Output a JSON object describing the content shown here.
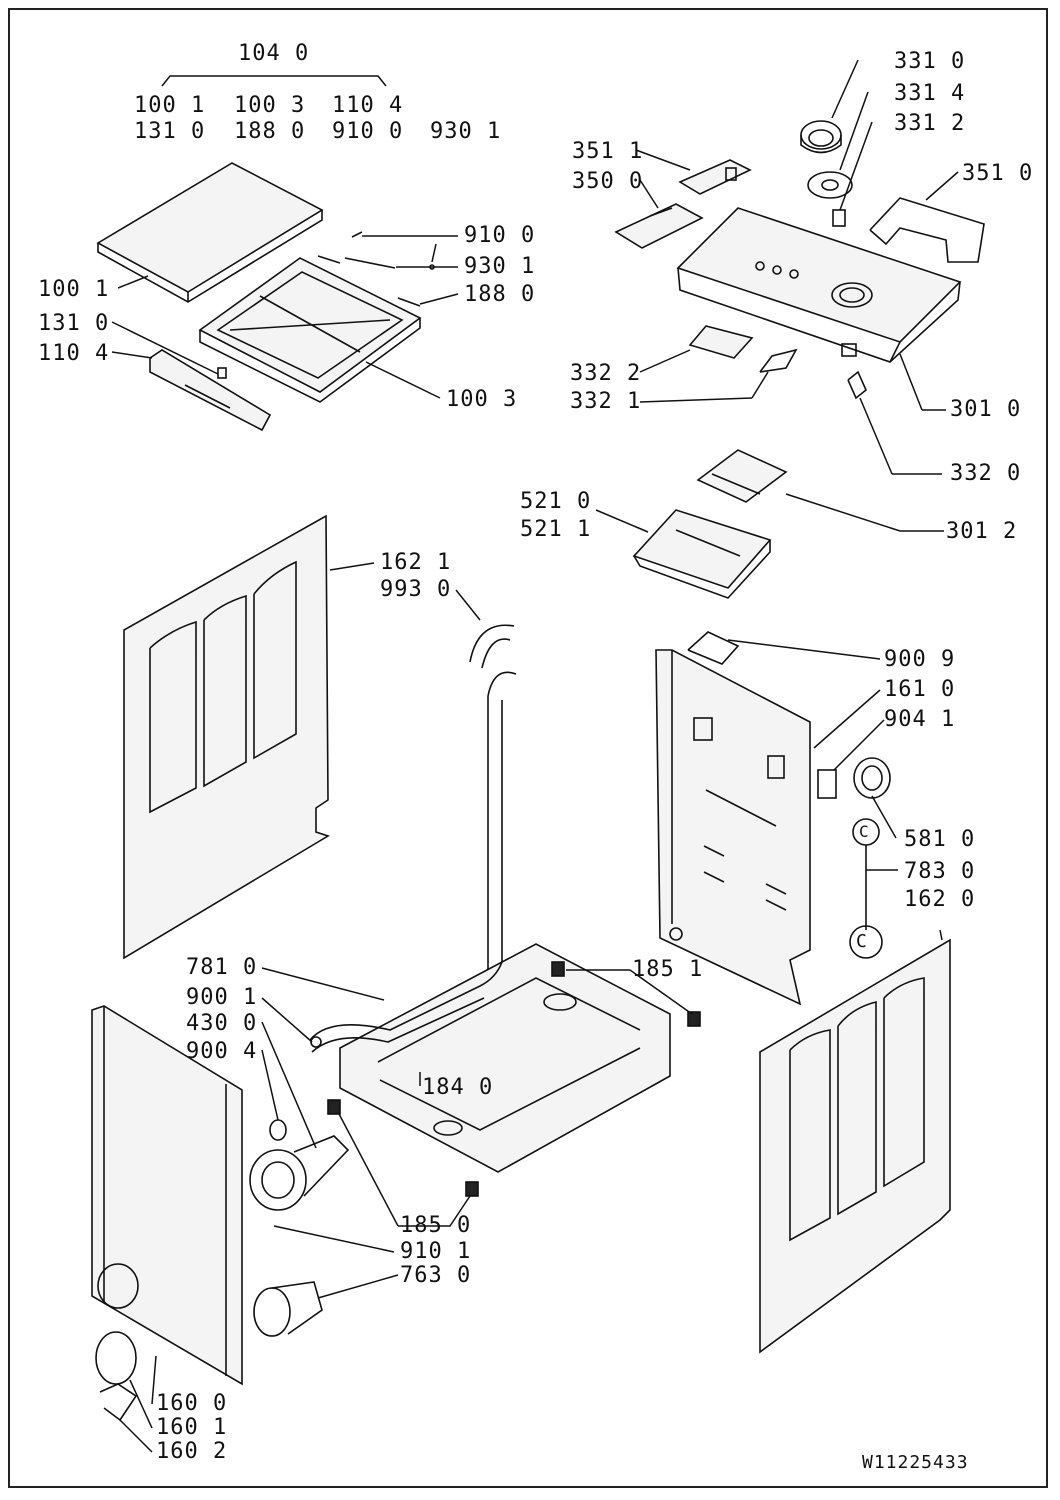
{
  "diagram": {
    "group_header": {
      "title": "104 0",
      "row1": [
        "100 1",
        "100 3",
        "110 4"
      ],
      "row2": [
        "131 0",
        "188 0",
        "910 0",
        "930 1"
      ]
    },
    "labels": {
      "l_910_0": "910 0",
      "l_930_1": "930 1",
      "l_188_0": "188 0",
      "l_100_1": "100 1",
      "l_131_0": "131 0",
      "l_110_4": "110 4",
      "l_100_3": "100 3",
      "l_331_0": "331 0",
      "l_331_4": "331 4",
      "l_331_2": "331 2",
      "l_351_1": "351 1",
      "l_350_0": "350 0",
      "l_351_0": "351 0",
      "l_332_2": "332 2",
      "l_332_1": "332 1",
      "l_301_0": "301 0",
      "l_332_0": "332 0",
      "l_521_0": "521 0",
      "l_521_1": "521 1",
      "l_301_2": "301 2",
      "l_162_1": "162 1",
      "l_993_0": "993 0",
      "l_900_9": "900 9",
      "l_161_0": "161 0",
      "l_904_1": "904 1",
      "l_581_0": "581 0",
      "l_783_0": "783 0",
      "l_162_0": "162 0",
      "l_781_0": "781 0",
      "l_185_1": "185 1",
      "l_900_1": "900 1",
      "l_430_0": "430 0",
      "l_900_4": "900 4",
      "l_184_0": "184 0",
      "l_185_0": "185 0",
      "l_910_1": "910 1",
      "l_763_0": "763 0",
      "l_160_0": "160 0",
      "l_160_1": "160 1",
      "l_160_2": "160 2"
    },
    "clip_marker": "C",
    "document_number": "W11225433"
  }
}
